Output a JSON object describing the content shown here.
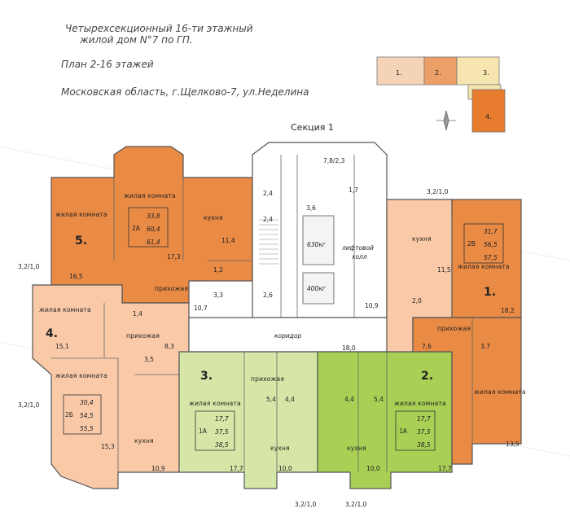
{
  "header": {
    "line1": "Четырехсекционный 16-ти этажный",
    "line2": "жилой дом N°7 по ГП.",
    "line3": "План 2-16 этажей",
    "line4": "Московская область, г.Щелково-7, ул.Неделина"
  },
  "section_title": "Секция 1",
  "keyplan": {
    "b1": "1.",
    "b2": "2.",
    "b3": "3.",
    "b4": "4."
  },
  "corridor": "коридор",
  "lift_hall": [
    "лифтовой",
    "холл"
  ],
  "elevators": {
    "big": "630кг",
    "small": "400кг"
  },
  "dims": {
    "top": "7,8/2,3",
    "right_top": "3,2/1,0",
    "left_mid": "3,2/1,0",
    "left_bot": "3,2/1,0",
    "bot1": "3,2/1,0",
    "bot2": "3,2/1,0"
  },
  "apt5": {
    "num": "5.",
    "living": "жилая комната",
    "living2": "жилая комната",
    "kitchen": "кухня",
    "hall": "прихожая",
    "type": "2А",
    "a1": "33,8",
    "a2": "60,4",
    "a3": "61,4",
    "s1": "16,5",
    "s2": "17,3",
    "s3": "11,4",
    "s4": "1,2",
    "s5": "3,3",
    "s6": "10,7"
  },
  "apt4": {
    "num": "4.",
    "living": "жилая комната",
    "living2": "жилая комната",
    "kitchen": "кухня",
    "hall": "прихожая",
    "type": "2Б",
    "a1": "30,4",
    "a2": "54,5",
    "a3": "55,5",
    "s1": "1,4",
    "s2": "15,1",
    "s3": "8,3",
    "s4": "3,5",
    "s5": "15,3",
    "s6": "10,9"
  },
  "apt3": {
    "num": "3.",
    "living": "жилая комната",
    "kitchen": "кухня",
    "hall": "прихожая",
    "type": "1А",
    "a1": "17,7",
    "a2": "37,5",
    "a3": "38,5",
    "s1": "5,4",
    "s2": "4,4",
    "s3": "17,7",
    "s4": "10,0"
  },
  "apt2": {
    "num": "2.",
    "living": "жилая комната",
    "kitchen": "кухня",
    "type": "1А",
    "a1": "17,7",
    "a2": "37,5",
    "a3": "38,5",
    "s1": "18,0",
    "s2": "4,4",
    "s3": "5,4",
    "s4": "10,0",
    "s5": "17,7"
  },
  "apt1": {
    "num": "1.",
    "living": "жилая комната",
    "living2": "жилая комната",
    "kitchen": "кухня",
    "hall": "прихожая",
    "type": "2В",
    "a1": "31,7",
    "a2": "56,5",
    "a3": "57,5",
    "s1": "11,5",
    "s2": "2,0",
    "s3": "18,2",
    "s4": "7,6",
    "s5": "3,7",
    "s6": "13,5"
  },
  "core": {
    "s1": "2,4",
    "s2": "2,4",
    "s3": "3,6",
    "s4": "1,7",
    "s5": "2,6",
    "s6": "10,9"
  },
  "colors": {
    "orange": "#e98a45",
    "peach": "#f9c9a8",
    "lightgreen": "#d6e6a6",
    "green": "#a9cf55",
    "line": "#555555"
  }
}
